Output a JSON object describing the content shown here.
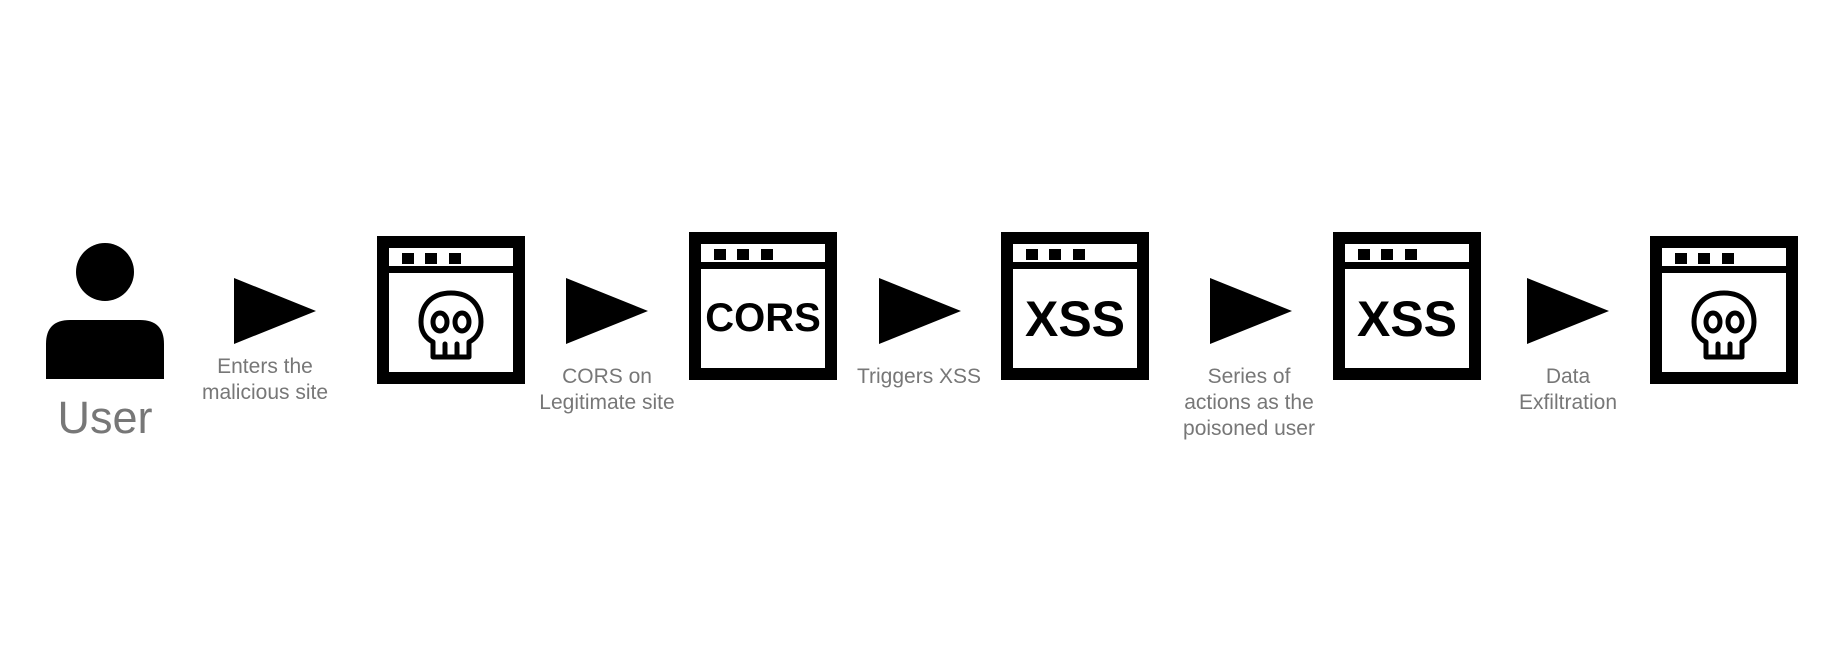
{
  "diagram": {
    "user": {
      "label": "User",
      "icon": "user-icon"
    },
    "steps": [
      {
        "label": "Enters the\nmalicious site",
        "icon": "arrow-right-icon"
      },
      {
        "label": "CORS on\nLegitimate site",
        "icon": "arrow-right-icon"
      },
      {
        "label": "Triggers XSS",
        "icon": "arrow-right-icon"
      },
      {
        "label": "Series of\nactions as the\npoisoned user",
        "icon": "arrow-right-icon"
      },
      {
        "label": "Data\nExfiltration",
        "icon": "arrow-right-icon"
      }
    ],
    "windows": [
      {
        "icon": "skull-browser-icon",
        "text": ""
      },
      {
        "icon": "browser-window-icon",
        "text": "CORS"
      },
      {
        "icon": "browser-window-icon",
        "text": "XSS"
      },
      {
        "icon": "browser-window-icon",
        "text": "XSS"
      },
      {
        "icon": "skull-browser-icon",
        "text": ""
      }
    ],
    "colors": {
      "icon": "#000000",
      "label": "#777777",
      "background": "#ffffff"
    }
  }
}
